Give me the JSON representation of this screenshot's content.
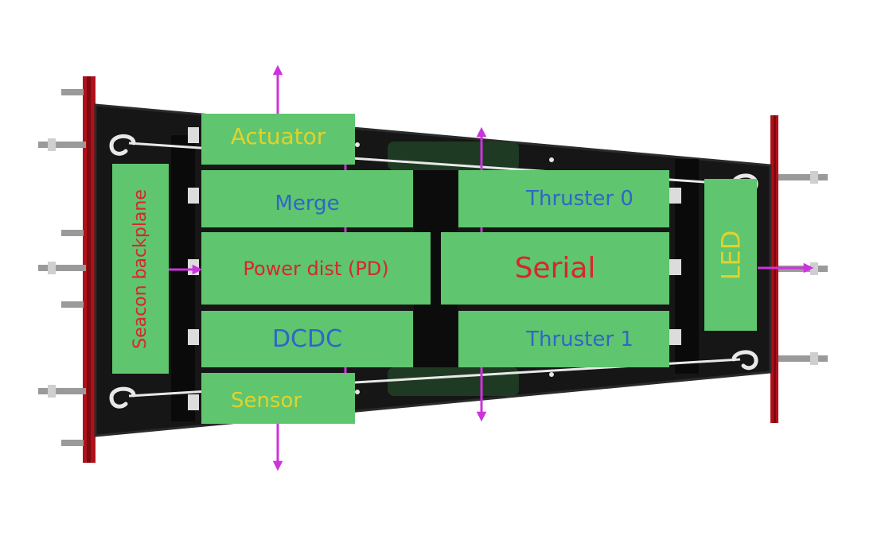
{
  "colors": {
    "board_fill": "#5fc56f",
    "plate_fill": "#161616",
    "plate_edge": "#2b2b2b",
    "end_plate_red": "#b0101a",
    "arrow": "#cc33dd",
    "text_blue": "#2f66c8",
    "text_red": "#d8262a",
    "text_yellow": "#e2d22b",
    "rod": "#e8e8e8"
  },
  "boards": {
    "actuator": "Actuator",
    "merge": "Merge",
    "power_dist": "Power dist (PD)",
    "dcdc": "DCDC",
    "sensor": "Sensor",
    "thruster_0": "Thruster 0",
    "serial": "Serial",
    "thruster_1": "Thruster 1",
    "seacon_backplane": "Seacon backplane",
    "led": "LED"
  },
  "icons": {
    "arrow": "arrow-icon",
    "hook": "hook-icon",
    "bolt": "bolt-icon"
  }
}
